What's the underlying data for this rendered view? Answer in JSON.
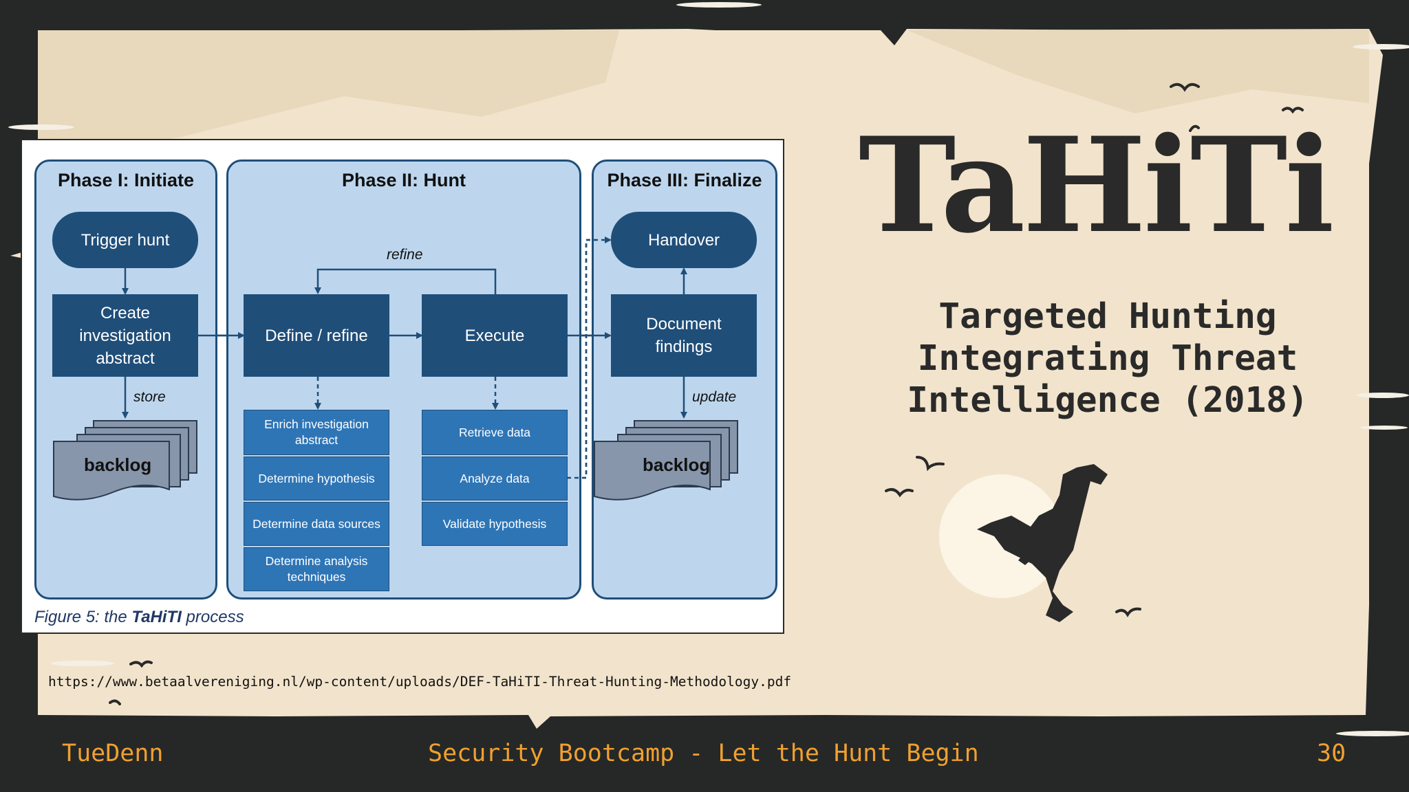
{
  "figure": {
    "phases": [
      {
        "title": "Phase I: Initiate"
      },
      {
        "title": "Phase II: Hunt"
      },
      {
        "title": "Phase III: Finalize"
      }
    ],
    "phase1": {
      "trigger": "Trigger hunt",
      "create": "Create investigation abstract",
      "store_label": "store",
      "backlog": "backlog"
    },
    "phase2": {
      "define": "Define / refine",
      "execute": "Execute",
      "refine_label": "refine",
      "define_steps": [
        "Enrich investigation abstract",
        "Determine hypothesis",
        "Determine data sources",
        "Determine analysis techniques"
      ],
      "execute_steps": [
        "Retrieve data",
        "Analyze data",
        "Validate hypothesis"
      ]
    },
    "phase3": {
      "handover": "Handover",
      "document": "Document findings",
      "update_label": "update",
      "backlog": "backlog"
    },
    "caption": {
      "prefix": "Figure 5: the ",
      "name": "TaHiTI",
      "suffix": " process"
    }
  },
  "slide": {
    "logo": "TaHiTi",
    "subtitle": [
      "Targeted Hunting",
      "Integrating Threat",
      "Intelligence (2018)"
    ],
    "url": "https://www.betaalvereniging.nl/wp-content/uploads/DEF-TaHiTI-Threat-Hunting-Methodology.pdf"
  },
  "footer": {
    "left": "TueDenn",
    "center": "Security Bootcamp - Let the Hunt Begin",
    "page": "30"
  },
  "colors": {
    "paper": "#f2e4cc",
    "frame": "#252827",
    "accent": "#f0a030",
    "box_dark": "#1f4e79",
    "box_light": "#2e75b6",
    "phase_bg": "#bdd6ee"
  }
}
